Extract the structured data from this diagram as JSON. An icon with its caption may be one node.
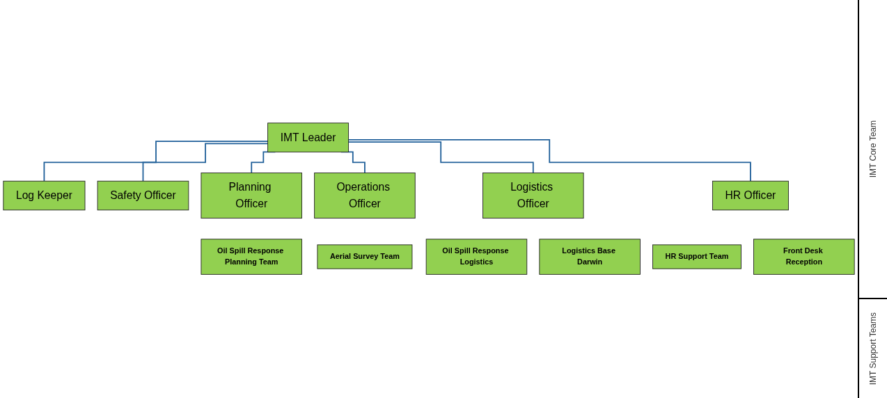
{
  "diagram": {
    "nodes": [
      {
        "text": [
          "IMT Leader"
        ]
      },
      {
        "text": [
          "Log Keeper"
        ]
      },
      {
        "text": [
          "Safety Officer"
        ]
      },
      {
        "text": [
          "Planning Officer"
        ]
      },
      {
        "text": [
          "Operations Officer"
        ]
      },
      {
        "text": [
          "Logistics Officer"
        ]
      },
      {
        "text": [
          "HR Officer"
        ]
      },
      {
        "text": [
          "Oil Spill Response Planning Team"
        ]
      },
      {
        "text": [
          "Aerial Survey Team"
        ]
      },
      {
        "text": [
          "Oil Spill Response Logistics"
        ]
      },
      {
        "text": [
          "Logistics Base Darwin"
        ]
      },
      {
        "text": [
          "HR Support Team"
        ]
      },
      {
        "text": [
          "Front Desk Reception"
        ]
      }
    ],
    "edges": [
      {
        "from": 0,
        "to": 1,
        "arrow": "none"
      },
      {
        "from": 0,
        "to": 2,
        "arrow": "none"
      },
      {
        "from": 0,
        "to": 3,
        "arrow": "none"
      },
      {
        "from": 0,
        "to": 4,
        "arrow": "none"
      },
      {
        "from": 0,
        "to": 5,
        "arrow": "none"
      },
      {
        "from": 0,
        "to": 6,
        "arrow": "none"
      }
    ],
    "labels": [
      "IMT Core Team",
      "IMT Support Teams"
    ]
  }
}
